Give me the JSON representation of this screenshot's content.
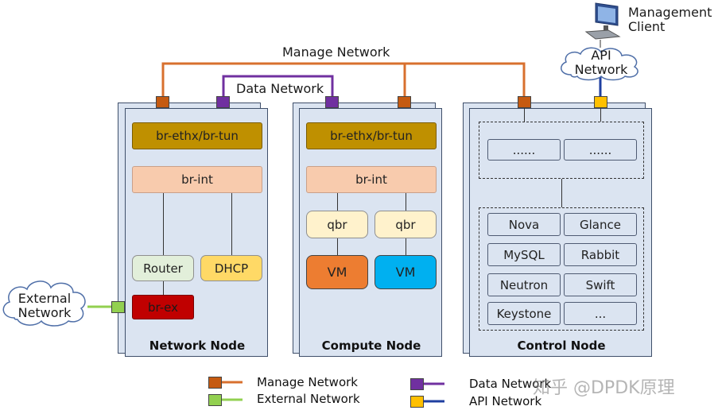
{
  "colors": {
    "manage": "#d8702e",
    "data": "#7030a0",
    "external": "#92d050",
    "api": "#ffc000",
    "api_line": "#1f3fa0"
  },
  "labels": {
    "manage_network": "Manage Network",
    "data_network": "Data Network",
    "api_network_line1": "API",
    "api_network_line2": "Network",
    "external_network_line1": "External",
    "external_network_line2": "Network",
    "management_client_line1": "Management",
    "management_client_line2": "Client"
  },
  "network_node": {
    "title": "Network Node",
    "br_top": "br-ethx/br-tun",
    "br_int": "br-int",
    "router": "Router",
    "dhcp": "DHCP",
    "br_ex": "br-ex"
  },
  "compute_node": {
    "title": "Compute Node",
    "br_top": "br-ethx/br-tun",
    "br_int": "br-int",
    "qbr1": "qbr",
    "qbr2": "qbr",
    "vm1": "VM",
    "vm2": "VM"
  },
  "control_node": {
    "title": "Control Node",
    "top1": "......",
    "top2": "......",
    "services": [
      "Nova",
      "Glance",
      "MySQL",
      "Rabbit",
      "Neutron",
      "Swift",
      "Keystone",
      "..."
    ]
  },
  "legend": {
    "manage": "Manage Network",
    "external": "External Network",
    "data": "Data Network",
    "api": "API Network"
  },
  "watermark": "知乎 @DPDK原理"
}
